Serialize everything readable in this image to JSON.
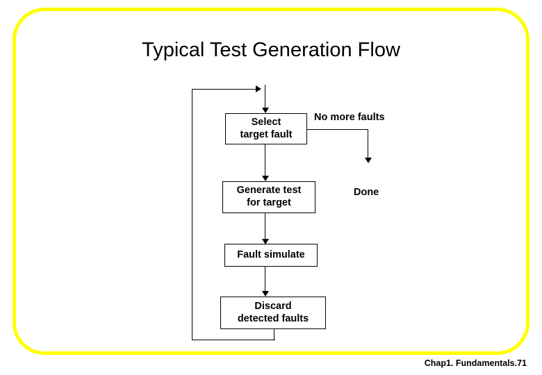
{
  "slide": {
    "title": "Typical Test Generation Flow",
    "footer": "Chap1. Fundamentals.71",
    "frame_color": "#ffff00",
    "background": "#ffffff"
  },
  "diagram": {
    "type": "flowchart",
    "nodes": [
      {
        "id": "select-target-fault",
        "line1": "Select",
        "line2": "target fault"
      },
      {
        "id": "generate-test-for-target",
        "line1": "Generate test",
        "line2": "for target"
      },
      {
        "id": "fault-simulate",
        "line1": "Fault simulate",
        "line2": ""
      },
      {
        "id": "discard-detected-faults",
        "line1": "Discard",
        "line2": "detected faults"
      }
    ],
    "labels": [
      {
        "id": "no-more-faults",
        "text": "No more faults"
      },
      {
        "id": "done",
        "text": "Done"
      }
    ],
    "edges": [
      {
        "from": "entry",
        "to": "select-target-fault"
      },
      {
        "from": "select-target-fault",
        "to": "generate-test-for-target"
      },
      {
        "from": "select-target-fault",
        "to": "done",
        "label": "No more faults"
      },
      {
        "from": "generate-test-for-target",
        "to": "fault-simulate"
      },
      {
        "from": "fault-simulate",
        "to": "discard-detected-faults"
      },
      {
        "from": "discard-detected-faults",
        "to": "select-target-fault",
        "style": "feedback-loop"
      }
    ]
  }
}
